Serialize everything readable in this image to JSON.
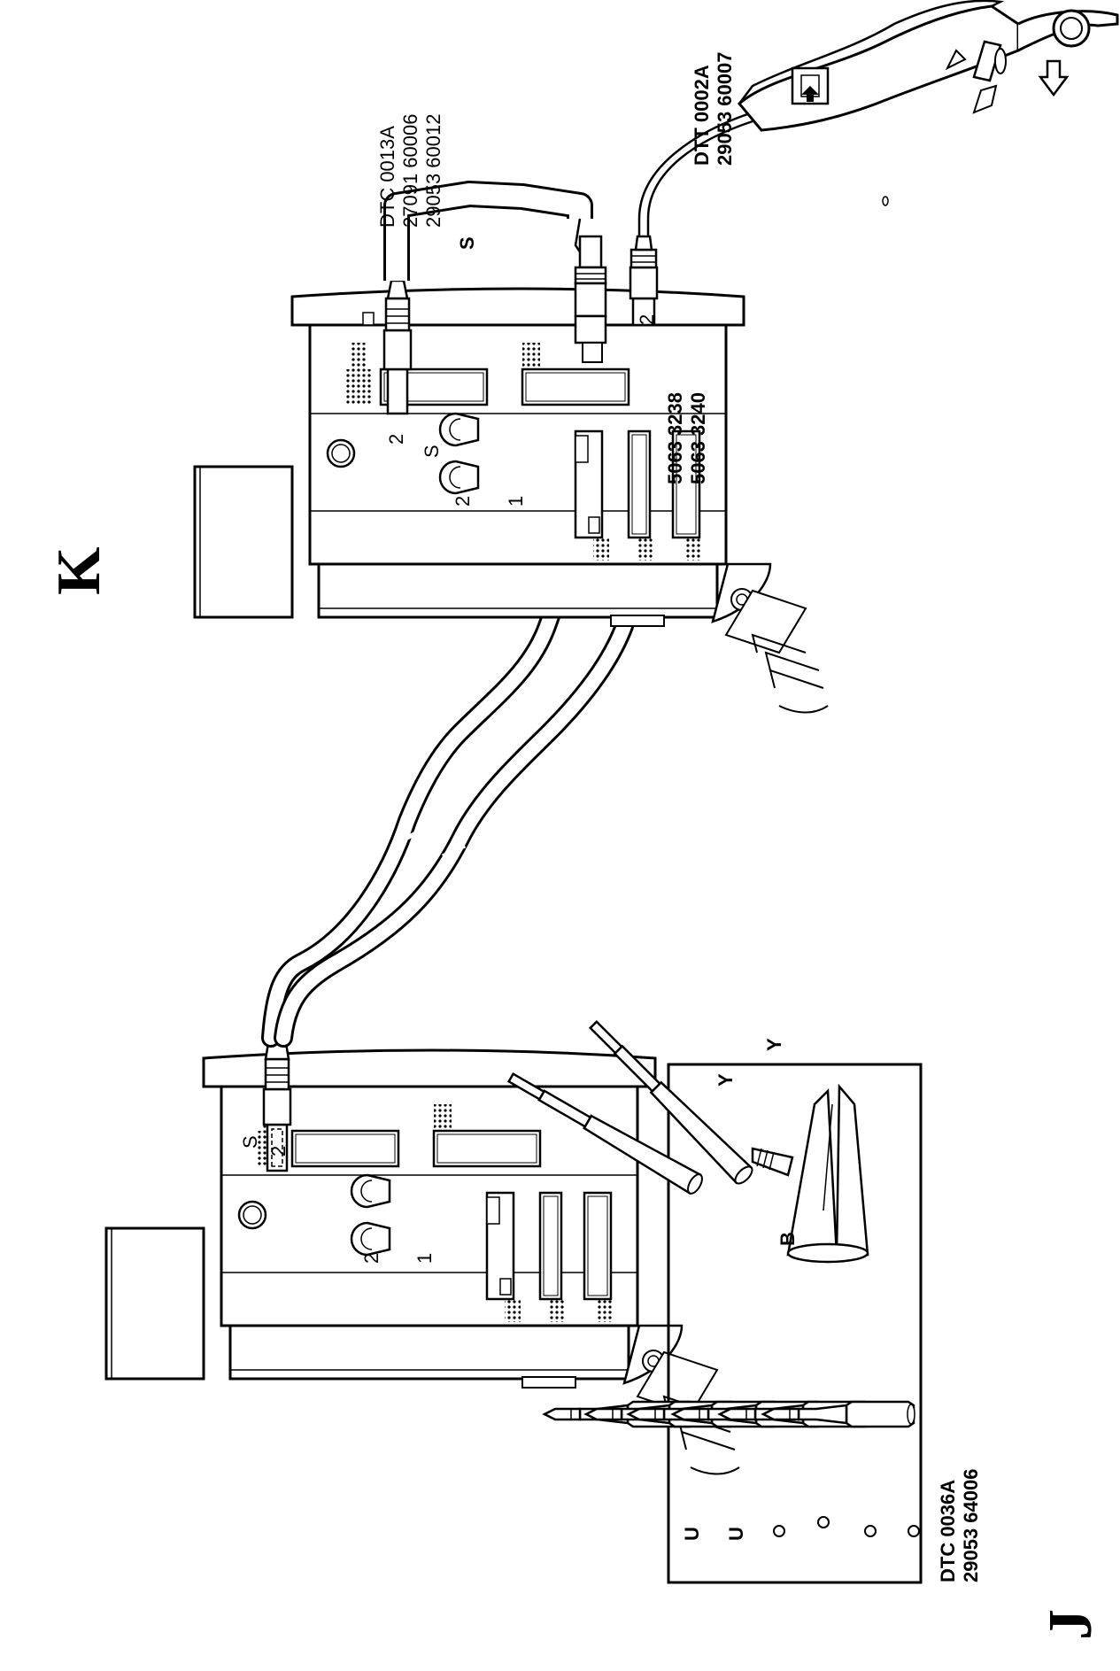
{
  "figures": {
    "j": {
      "letter": "J",
      "socket_2": "2",
      "socket_1": "1",
      "connector_s": "S",
      "plug_number": "2",
      "cable_parts": [
        "5063 3238",
        "5063 3240"
      ],
      "kit_code": "DTC 0036A",
      "kit_part": "29053 64006",
      "tip_labels": [
        "U",
        "U",
        "B",
        "Y",
        "Y"
      ]
    },
    "k": {
      "letter": "K",
      "socket_2": "2",
      "socket_1": "1",
      "connector_s": "S",
      "plug_number": "2",
      "adapter_code": "DTC 0013A",
      "adapter_parts": [
        "27091 60006",
        "29053 60012"
      ],
      "adapter_s": "S",
      "adapter_plug_number": "2",
      "probe_code": "DTT 0002A",
      "probe_part": "29053 60007"
    }
  },
  "icons": [
    "instrument-icon",
    "cable-icon",
    "probe-tip-icon",
    "crocodile-clip-icon",
    "clamp-probe-icon",
    "arrow-icon"
  ]
}
